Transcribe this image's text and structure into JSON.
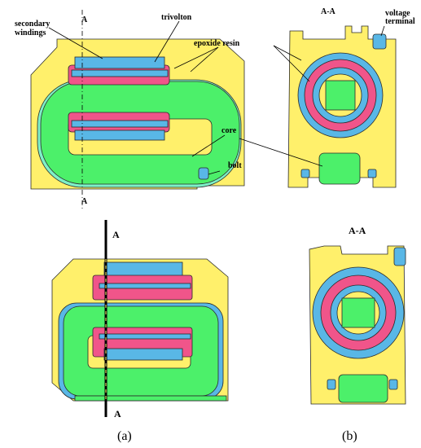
{
  "labels": {
    "secondary_windings_1": "secondary",
    "secondary_windings_2": "windings",
    "trivolton": "trivolton",
    "epoxide_resin": "epoxide resin",
    "voltage_terminal_1": "voltage",
    "voltage_terminal_2": "terminal",
    "core": "core",
    "bolt": "bolt",
    "section_a_top": "A",
    "section_a_bottom": "A",
    "section_aa_top": "A-A",
    "section_a_top_b": "A",
    "section_a_bottom_b": "A",
    "section_aa_bottom": "A-A"
  },
  "captions": {
    "a": "(a)",
    "b": "(b)"
  },
  "colors": {
    "resin": "#fff06b",
    "core": "#4cf06a",
    "winding": "#59b7e6",
    "trivolton": "#f0558a",
    "outline": "#2a2a2a"
  }
}
